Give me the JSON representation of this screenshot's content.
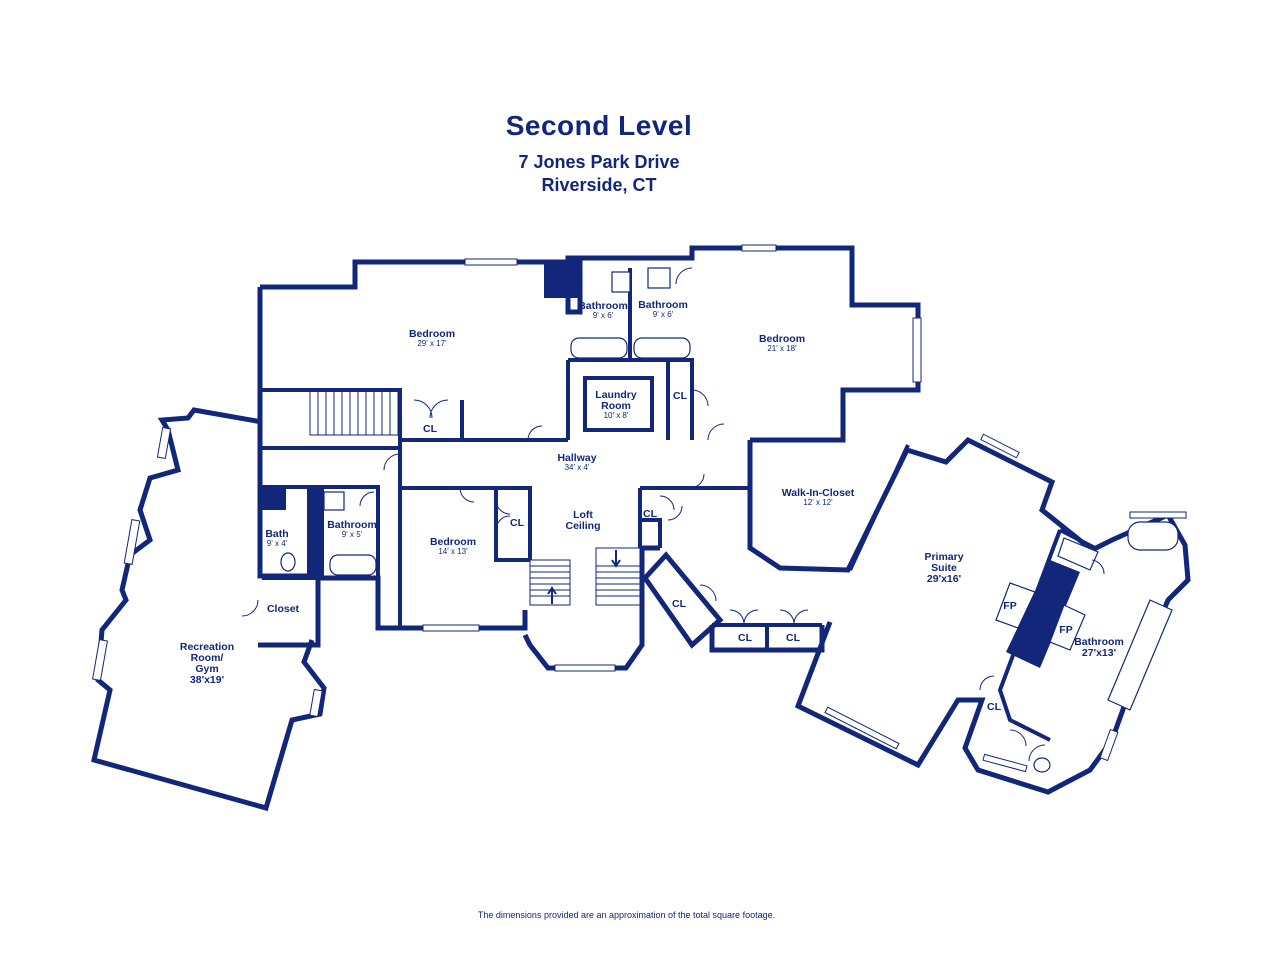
{
  "header": {
    "title": "Second Level",
    "address_line1": "7 Jones Park Drive",
    "address_line2": "Riverside, CT"
  },
  "footer": {
    "note": "The dimensions provided are an approximation of the total square footage."
  },
  "rooms": {
    "bedroom_nw": {
      "name": "Bedroom",
      "dims": "29' x 17'"
    },
    "bathroom_a": {
      "name": "Bathroom",
      "dims": "9' x 6'"
    },
    "bathroom_b": {
      "name": "Bathroom",
      "dims": "9' x 6'"
    },
    "bedroom_ne": {
      "name": "Bedroom",
      "dims": "21' x 18'"
    },
    "laundry": {
      "name_line1": "Laundry",
      "name_line2": "Room",
      "dims": "10' x 8'"
    },
    "cl_laundry": {
      "name": "CL"
    },
    "cl_nw": {
      "name": "CL"
    },
    "hallway": {
      "name": "Hallway",
      "dims": "34' x 4'"
    },
    "loft": {
      "name_line1": "Loft",
      "name_line2": "Ceiling"
    },
    "walkin": {
      "name": "Walk-In-Closet",
      "dims": "12' x 12'"
    },
    "bath_small": {
      "name": "Bath",
      "dims": "9' x 4'"
    },
    "bathroom_c": {
      "name": "Bathroom",
      "dims": "9' x 5'"
    },
    "bedroom_mid": {
      "name": "Bedroom",
      "dims": "14' x 13'"
    },
    "cl_mid": {
      "name": "CL"
    },
    "cl_east1": {
      "name": "CL"
    },
    "cl_east2": {
      "name": "CL"
    },
    "cl_east3": {
      "name": "CL"
    },
    "cl_east4": {
      "name": "CL"
    },
    "closet": {
      "name": "Closet"
    },
    "recreation": {
      "name_line1": "Recreation",
      "name_line2": "Room/",
      "name_line3": "Gym",
      "dims": "38'x19'"
    },
    "primary": {
      "name_line1": "Primary",
      "name_line2": "Suite",
      "dims": "29'x16'"
    },
    "fp1": {
      "name": "FP"
    },
    "fp2": {
      "name": "FP"
    },
    "bathroom_primary": {
      "name": "Bathroom",
      "dims": "27'x13'"
    },
    "cl_primary": {
      "name": "CL"
    }
  },
  "colors": {
    "ink": "#12277a",
    "background": "#ffffff"
  }
}
